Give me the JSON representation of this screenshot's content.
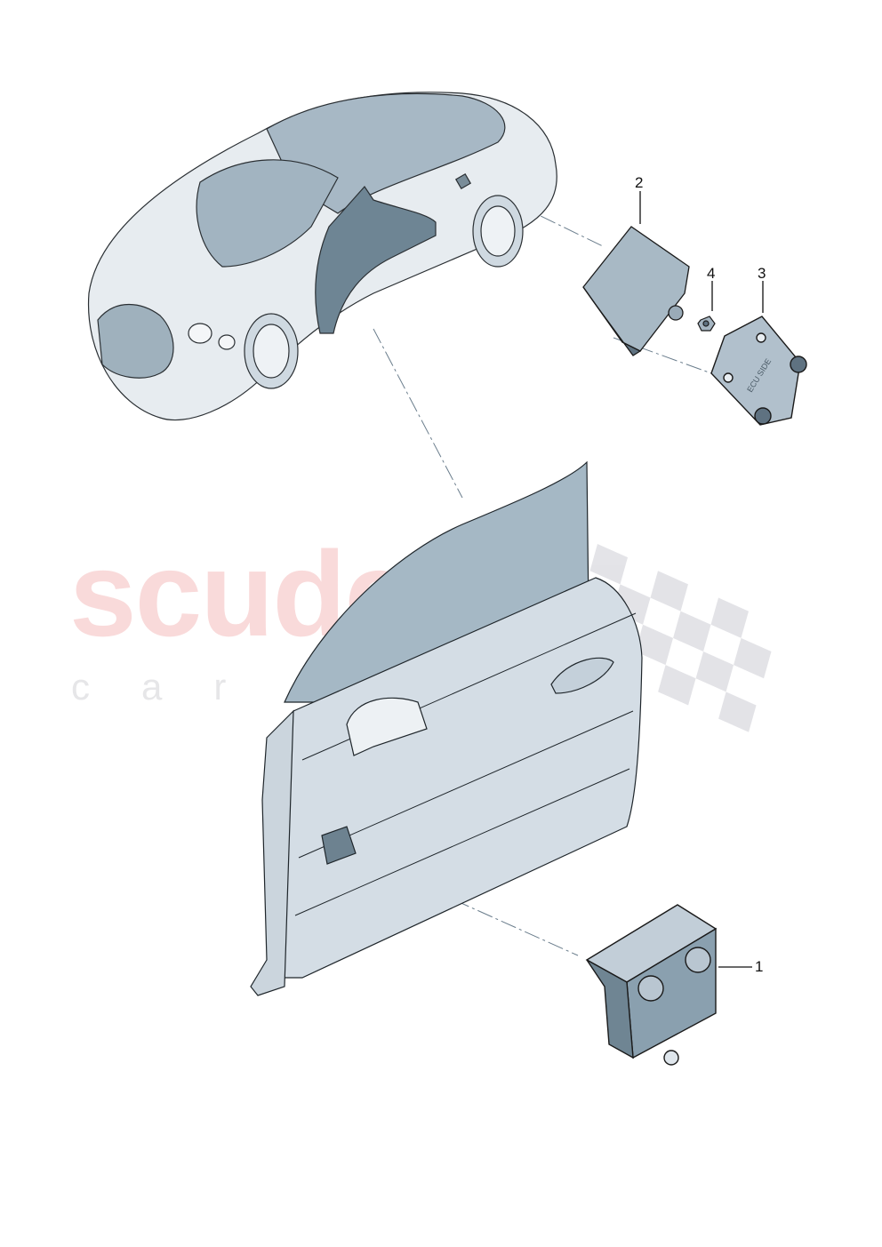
{
  "diagram": {
    "type": "exploded-parts-diagram",
    "subject": "vehicle door control units",
    "colors": {
      "background": "#ffffff",
      "part_fill_light": "#dfe6ec",
      "part_fill_mid": "#a9bac7",
      "part_fill_dark": "#7f93a1",
      "outline": "#1a1a1a",
      "leader_line": "#6a7d8c",
      "watermark_red": "#f0a0a0",
      "watermark_grey": "#d7d7dc"
    },
    "callouts": [
      {
        "id": "1",
        "label": "1",
        "part": "door control unit (lower)"
      },
      {
        "id": "2",
        "label": "2",
        "part": "control unit module (upper)"
      },
      {
        "id": "3",
        "label": "3",
        "part": "mounting plate"
      },
      {
        "id": "4",
        "label": "4",
        "part": "nut"
      }
    ],
    "part_text": {
      "plate_marking": "ECU SIDE"
    }
  },
  "watermark": {
    "brand": "scuderia",
    "tagline": "car parts"
  }
}
